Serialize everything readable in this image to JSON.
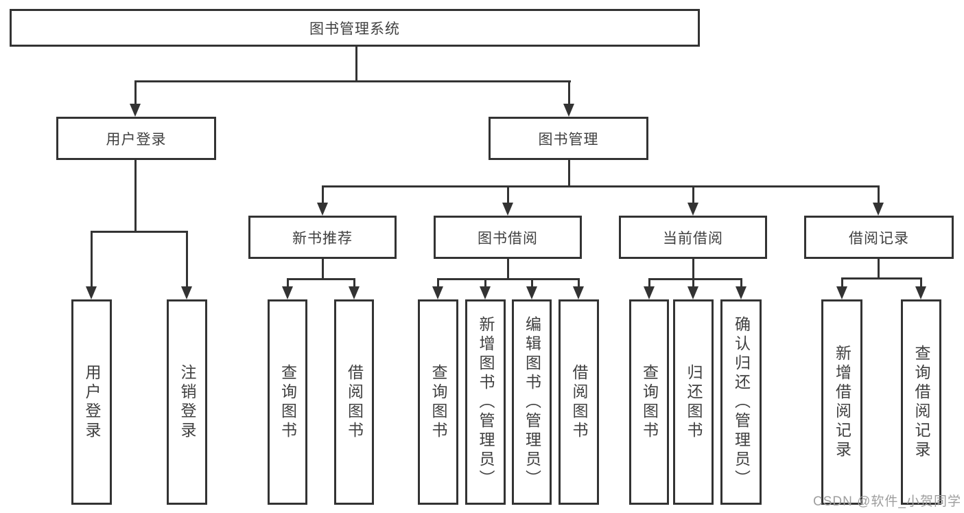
{
  "diagram_title": "图书管理系统",
  "nodes": {
    "root": "图书管理系统",
    "level2": {
      "login": "用户登录",
      "mgmt": "图书管理"
    },
    "level3": {
      "recommend": "新书推荐",
      "borrow": "图书借阅",
      "current": "当前借阅",
      "records": "借阅记录"
    },
    "leaves": {
      "login": [
        "用户登录",
        "注销登录"
      ],
      "recommend": [
        "查询图书",
        "借阅图书"
      ],
      "borrow": [
        "查询图书",
        "新增图书（管理员）",
        "编辑图书（管理员）",
        "借阅图书"
      ],
      "current": [
        "查询图书",
        "归还图书",
        "确认归还（管理员）"
      ],
      "records": [
        "新增借阅记录",
        "查询借阅记录"
      ]
    }
  },
  "watermark": "CSDN @软件_小贺同学",
  "colors": {
    "line": "#333333",
    "box_border": "#333333",
    "text": "#404040",
    "watermark": "#9e9e9e",
    "background": "#ffffff"
  }
}
